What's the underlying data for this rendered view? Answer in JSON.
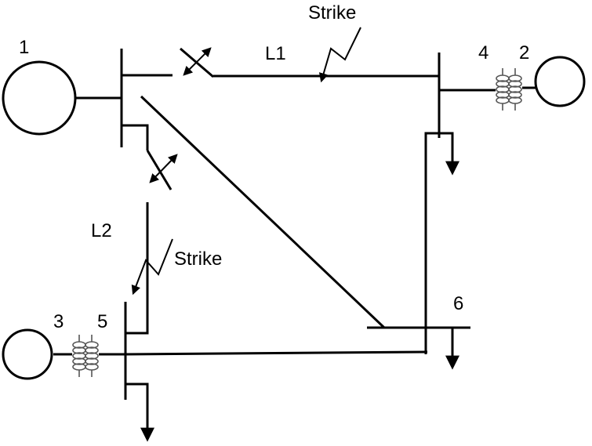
{
  "generators": [
    {
      "id": "gen-1",
      "label": "1"
    },
    {
      "id": "gen-2",
      "label": "2"
    },
    {
      "id": "gen-3",
      "label": "3"
    }
  ],
  "buses": [
    {
      "id": "bus-4",
      "label": "4"
    },
    {
      "id": "bus-5",
      "label": "5"
    },
    {
      "id": "bus-6",
      "label": "6"
    }
  ],
  "lines": [
    {
      "id": "line-l1",
      "label": "L1"
    },
    {
      "id": "line-l2",
      "label": "L2"
    }
  ],
  "strikes": [
    {
      "id": "strike-l1",
      "label": "Strike"
    },
    {
      "id": "strike-l2",
      "label": "Strike"
    }
  ],
  "icons": [
    "generator-icon",
    "transformer-icon",
    "circuit-breaker-icon",
    "load-arrow-icon",
    "lightning-strike-icon"
  ]
}
